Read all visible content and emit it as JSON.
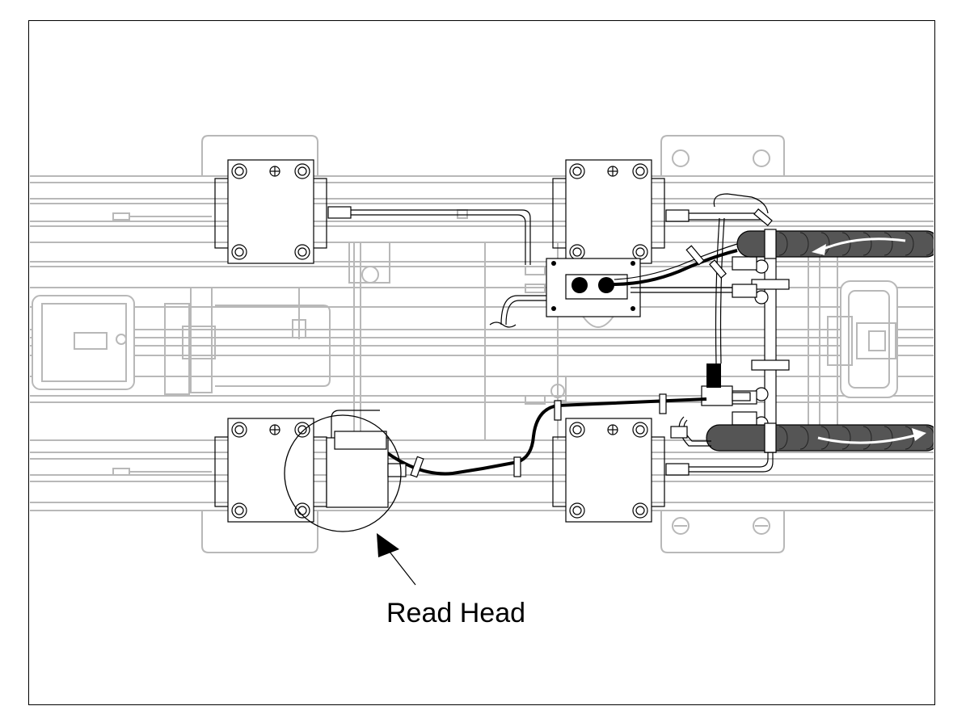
{
  "diagram": {
    "callout": {
      "label": "Read Head"
    },
    "colors": {
      "frame": "#b8b8b8",
      "line": "#000000",
      "cable": "#000000",
      "harness": "#555555",
      "arrow": "#ffffff"
    },
    "icons": [
      "arrow-icon",
      "mount-block",
      "cable-harness",
      "read-head-circle"
    ]
  }
}
